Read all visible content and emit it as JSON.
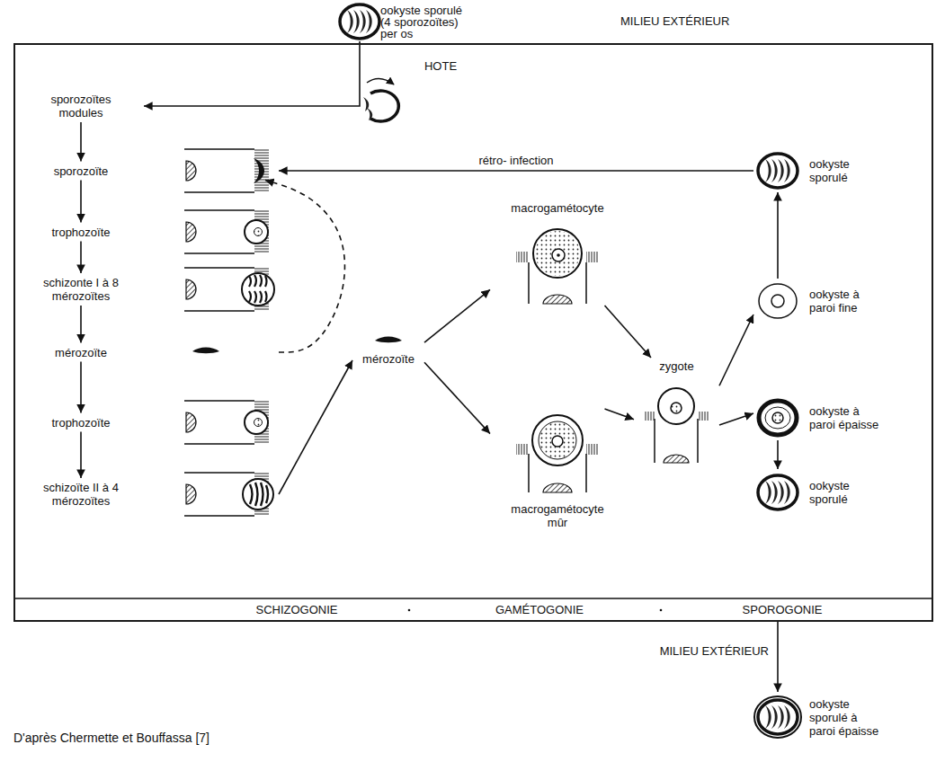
{
  "diagram": {
    "nodes": [
      {
        "text": [
          "ookyste sporulé (4 sporozoïtes) per os"
        ]
      },
      {
        "text": [
          "HOTE"
        ]
      },
      {
        "text": [
          "sporozoïtes modules"
        ],
        "in": 1
      },
      {
        "text": [
          "sporozoïte"
        ],
        "in": 1
      },
      {
        "text": [
          "trophozoïte"
        ],
        "in": 1
      },
      {
        "text": [
          "schizonte I à 8 mérozoïtes"
        ],
        "in": 1
      },
      {
        "text": [
          "mérozoïte"
        ],
        "in": 1
      },
      {
        "text": [
          "trophozoïte"
        ],
        "in": 1
      },
      {
        "text": [
          "schizoïte II à 4 mérozoïtes"
        ],
        "in": 1
      },
      {
        "text": [
          "macrogamétocyte"
        ],
        "in": 1
      },
      {
        "text": [
          "mérozoïte"
        ],
        "in": 1
      },
      {
        "text": [
          "zygote"
        ],
        "in": 1
      },
      {
        "text": [
          "macrogamétocyte mûr"
        ],
        "in": 1
      },
      {
        "text": [
          "ookyste sporulé"
        ],
        "in": 1
      },
      {
        "text": [
          "ookyste à paroi fine"
        ],
        "in": 1
      },
      {
        "text": [
          "ookyste à paroi épaisse"
        ],
        "in": 1
      },
      {
        "text": [
          "ookyste sporulé"
        ],
        "in": 1
      },
      {
        "text": [
          "ookyste sporulé à paroi épaisse"
        ]
      }
    ],
    "edges": [
      {
        "from": 0,
        "to": 2,
        "arrow": "to"
      },
      {
        "from": 2,
        "to": 3,
        "arrow": "to"
      },
      {
        "from": 3,
        "to": 4,
        "arrow": "to"
      },
      {
        "from": 4,
        "to": 5,
        "arrow": "to"
      },
      {
        "from": 5,
        "to": 6,
        "arrow": "to"
      },
      {
        "from": 6,
        "to": 7,
        "arrow": "to"
      },
      {
        "from": 7,
        "to": 8,
        "arrow": "to"
      },
      {
        "from": 6,
        "to": 3,
        "arrow": "to"
      },
      {
        "from": 8,
        "to": 10,
        "arrow": "to"
      },
      {
        "from": 10,
        "to": 9,
        "arrow": "to"
      },
      {
        "from": 10,
        "to": 12,
        "arrow": "to"
      },
      {
        "from": 9,
        "to": 11,
        "arrow": "to"
      },
      {
        "from": 12,
        "to": 11,
        "arrow": "to"
      },
      {
        "from": 11,
        "to": 14,
        "arrow": "to"
      },
      {
        "from": 11,
        "to": 15,
        "arrow": "to"
      },
      {
        "from": 14,
        "to": 13,
        "arrow": "to"
      },
      {
        "from": 15,
        "to": 16,
        "arrow": "to"
      },
      {
        "from": 13,
        "to": 3,
        "label": "rétro- infection",
        "arrow": "to"
      },
      {
        "from": 1,
        "to": 17,
        "arrow": "to"
      }
    ],
    "labels": [
      "MILIEU EXTÉRIEUR",
      "SCHIZOGONIE",
      "GAMÉTOGONIE",
      "SPOROGONIE",
      "MILIEU EXTÉRIEUR",
      "D'après Chermette et Bouffassa [7]"
    ]
  }
}
